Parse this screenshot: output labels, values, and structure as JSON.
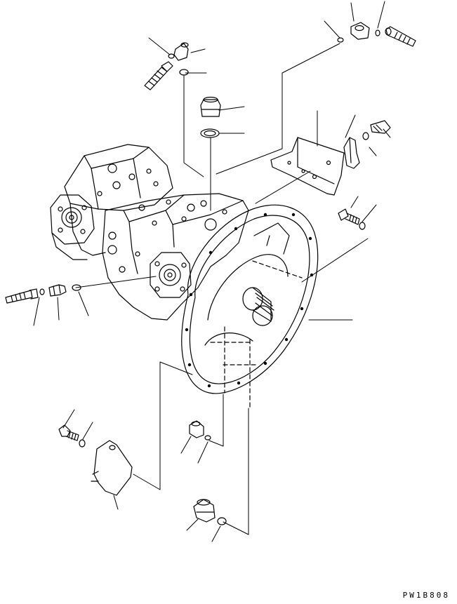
{
  "drawing": {
    "code": "PW1B808"
  },
  "parts": [
    {
      "id": "straight-union-left",
      "kind": "fitting"
    },
    {
      "id": "oring-left",
      "kind": "o-ring"
    },
    {
      "id": "elbow-top-left",
      "kind": "fitting"
    },
    {
      "id": "oring-top-left",
      "kind": "o-ring"
    },
    {
      "id": "plug-top",
      "kind": "plug"
    },
    {
      "id": "oring-plug-top",
      "kind": "o-ring"
    },
    {
      "id": "elbow-top-right",
      "kind": "fitting"
    },
    {
      "id": "oring-top-right",
      "kind": "o-ring"
    },
    {
      "id": "bracket-plate",
      "kind": "bracket"
    },
    {
      "id": "clamp",
      "kind": "clamp"
    },
    {
      "id": "bolt-clamp",
      "kind": "bolt"
    },
    {
      "id": "washer-clamp",
      "kind": "washer"
    },
    {
      "id": "bolt-flange",
      "kind": "bolt"
    },
    {
      "id": "washer-flange",
      "kind": "washer"
    },
    {
      "id": "pump-assembly",
      "kind": "main-pump"
    },
    {
      "id": "bolt-lower-left",
      "kind": "bolt"
    },
    {
      "id": "washer-lower-left",
      "kind": "washer"
    },
    {
      "id": "cover-lower-left",
      "kind": "cover"
    },
    {
      "id": "plug-middle",
      "kind": "plug"
    },
    {
      "id": "oring-middle",
      "kind": "o-ring"
    },
    {
      "id": "plug-bottom",
      "kind": "plug"
    },
    {
      "id": "oring-bottom",
      "kind": "o-ring"
    }
  ]
}
